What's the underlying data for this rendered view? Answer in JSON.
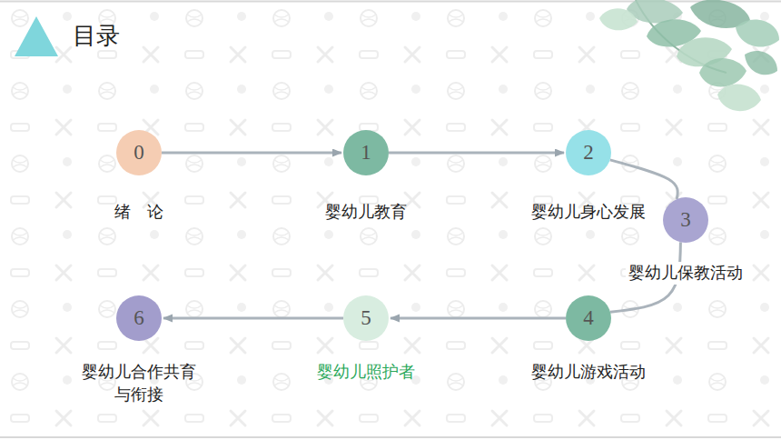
{
  "diagram": {
    "title": "目录",
    "nodes": [
      {
        "text": [
          "0",
          "绪　论"
        ]
      },
      {
        "text": [
          "1",
          "婴幼儿教育"
        ]
      },
      {
        "text": [
          "2",
          "婴幼儿身心发展"
        ]
      },
      {
        "text": [
          "3",
          "婴幼儿保教活动"
        ]
      },
      {
        "text": [
          "4",
          "婴幼儿游戏活动"
        ]
      },
      {
        "text": [
          "5",
          "婴幼儿照护者"
        ]
      },
      {
        "text": [
          "6",
          "婴幼儿合作共育与衔接"
        ]
      }
    ],
    "edges": [
      {
        "from": 0,
        "to": 1,
        "arrow": "to"
      },
      {
        "from": 1,
        "to": 2,
        "arrow": "to"
      },
      {
        "from": 2,
        "to": 3,
        "arrow": "none"
      },
      {
        "from": 3,
        "to": 4,
        "arrow": "none"
      },
      {
        "from": 4,
        "to": 5,
        "arrow": "to"
      },
      {
        "from": 5,
        "to": 6,
        "arrow": "to"
      }
    ]
  }
}
